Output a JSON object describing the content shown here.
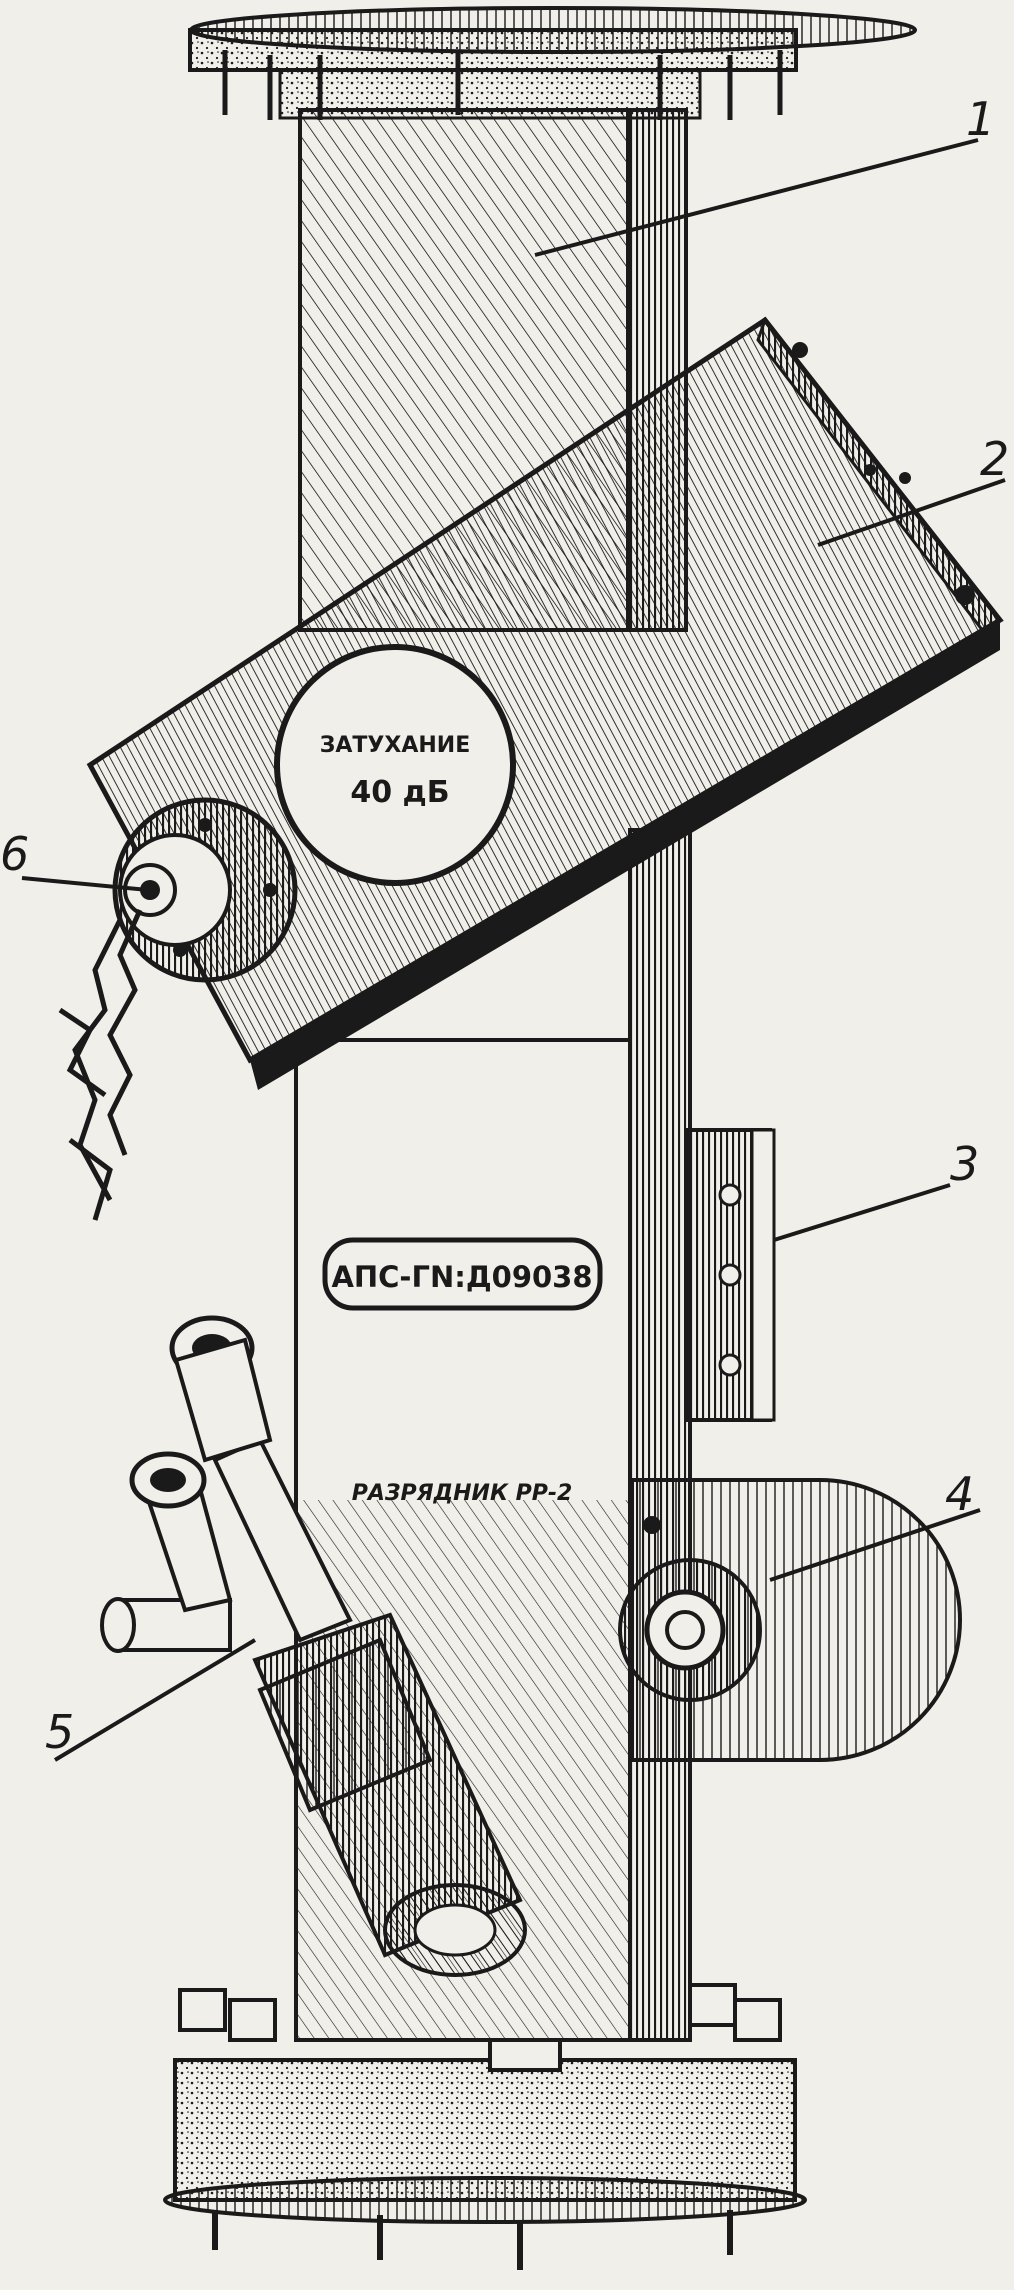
{
  "callouts": {
    "c1": "1",
    "c2": "2",
    "c3": "3",
    "c4": "4",
    "c5": "5",
    "c6": "6"
  },
  "labels": {
    "attenuation_word": "ЗАТУХАНИЕ",
    "attenuation_value": "40 дБ",
    "model_plate": "АПС-ГN:Д09038",
    "discharger": "РАЗРЯДНИК РР-2"
  },
  "colors": {
    "ink": "#1a1a1a",
    "paper": "#f1efe9"
  }
}
